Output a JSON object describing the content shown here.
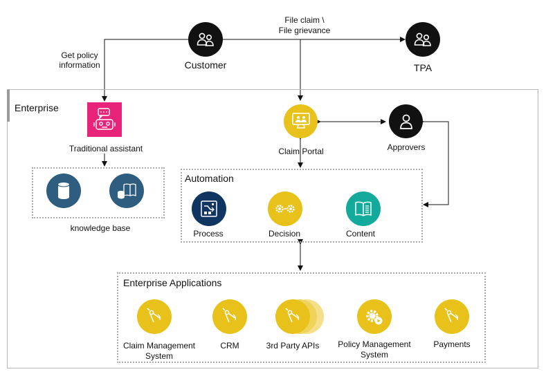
{
  "labels": {
    "file_claim_line1": "File claim \\",
    "file_claim_line2": "File grievance",
    "get_policy_line1": "Get policy",
    "get_policy_line2": "information",
    "customer": "Customer",
    "tpa": "TPA",
    "enterprise": "Enterprise",
    "traditional_assistant": "Traditional assistant",
    "claim_portal": "Claim Portal",
    "approvers": "Approvers",
    "knowledge_base": "knowledge base",
    "automation": "Automation",
    "process": "Process",
    "decision": "Decision",
    "content": "Content",
    "enterprise_applications": "Enterprise Applications",
    "claim_mgmt_line1": "Claim Management",
    "claim_mgmt_line2": "System",
    "crm": "CRM",
    "third_party": "3rd Party APIs",
    "policy_mgmt_line1": "Policy Management",
    "policy_mgmt_line2": "System",
    "payments": "Payments"
  },
  "icons": {
    "customer": "people-icon",
    "tpa": "people-icon",
    "traditional_assistant": "chatbot-icon",
    "claim_portal": "monitor-users-icon",
    "approvers": "user-icon",
    "knowledge_base_db": "database-icon",
    "knowledge_base_docs": "book-database-icon",
    "process": "process-icon",
    "decision": "gears-icon",
    "content": "open-book-icon",
    "app": "compass-icon",
    "policy_mgmt": "gear-play-icon"
  },
  "colors": {
    "actor": "#111111",
    "assistant": "#e7237a",
    "portal": "#e8c21a",
    "kb": "#2f5d80",
    "process": "#0f3560",
    "decision": "#e8c21a",
    "content": "#13a99b",
    "apps": "#e8c21a"
  }
}
